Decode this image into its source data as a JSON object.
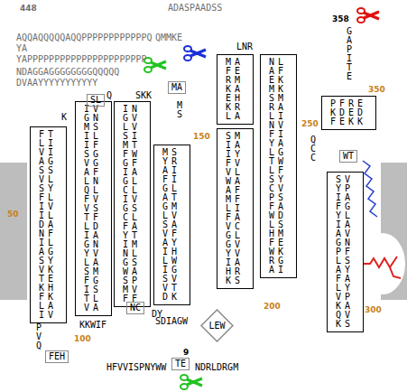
{
  "diagram": {
    "nodes": [
      {
        "text": [
          "FTLIVIAGSSVLSYFLIVILDANFILAGSYVKTEKHFKLAIV"
        ]
      },
      {
        "text": [
          "IVGNMSILIFSGVGAFLNQLFVVSTFLDIAGNYVLASMFGISTLVA"
        ]
      },
      {
        "text": [
          "INGVLVSIMTFWGFIAGLCLIVGSCLFAYTIMNLGSWASPMVFF"
        ]
      },
      {
        "text": [
          "MSYRAIFIGLATGMLVSAVFAYIHLWIGSVVTDK"
        ]
      },
      {
        "text": [
          "MAFERMKAEHKRLA"
        ]
      },
      {
        "text": [
          "SMIAIYFVVLWAAFMFLIFAVCGLGVYVIAHRKS"
        ]
      },
      {
        "text": [
          "NLAFEKMKSMRALINVFIYALGTWLFSYCVPSFAWDLSHMFEWKRGAI"
        ]
      },
      {
        "text": [
          "SVYPIAFGYLIAAVGNPFLSAYFALYVPKAQVKS"
        ]
      },
      {
        "text": [
          "PFREKDEDFEKK"
        ]
      },
      {
        "text": [
          "SL"
        ]
      },
      {
        "text": [
          "MA"
        ]
      },
      {
        "text": [
          "WT"
        ]
      },
      {
        "text": [
          "LEW"
        ]
      },
      {
        "text": [
          "FEH"
        ]
      },
      {
        "text": [
          "NC"
        ]
      },
      {
        "text": [
          "TE"
        ]
      }
    ],
    "labels": [
      "448",
      "ADASPAADSS",
      "358",
      "AQQAQQQQQAQQPPPPPPPPPPPPQ",
      "YA",
      "YAPPPPPPPPPPPPPPPPPPPPPP",
      "NDAGGAGGGGGGGGQQQQQ",
      "DVAAYYYYYYYYYYY",
      "QMMKE",
      "GAPITE",
      "K",
      "Q",
      "SKK",
      "MS",
      "LNR",
      "QCC",
      "PVQ",
      "KKWIF",
      "DY",
      "SDIAGW",
      "HFVVISPNYWW",
      "NDRLDRGM",
      "9",
      "50",
      "100",
      "150",
      "200",
      "250",
      "300",
      "350"
    ]
  }
}
